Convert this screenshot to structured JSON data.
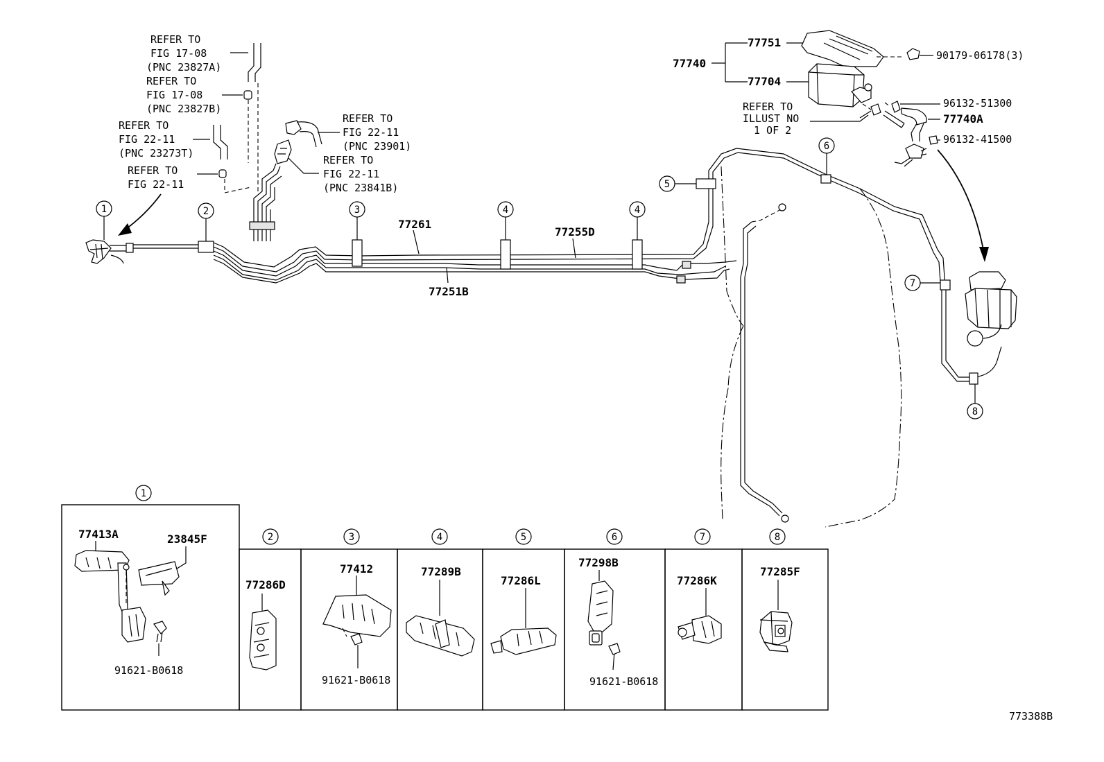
{
  "refs": {
    "r1": [
      "REFER TO",
      "FIG 17-08",
      "(PNC 23827A)"
    ],
    "r2": [
      "REFER TO",
      "FIG 17-08",
      "(PNC 23827B)"
    ],
    "r3": [
      "REFER TO",
      "FIG 22-11",
      "(PNC 23273T)"
    ],
    "r4": [
      "REFER TO",
      "FIG 22-11"
    ],
    "r5": [
      "REFER TO",
      "FIG 22-11",
      "(PNC 23901)"
    ],
    "r6": [
      "REFER TO",
      "FIG 22-11",
      "(PNC 23841B)"
    ],
    "r7": [
      "REFER TO",
      "ILLUST NO",
      "1 OF 2"
    ]
  },
  "parts": {
    "p77751": "77751",
    "p77740": "77740",
    "p77704": "77704",
    "p90179": "90179-06178(3)",
    "p96132a": "96132-51300",
    "p77740a": "77740A",
    "p96132b": "96132-41500",
    "p77261": "77261",
    "p77255d": "77255D",
    "p77251b": "77251B"
  },
  "callouts": [
    "1",
    "2",
    "3",
    "4",
    "5",
    "6",
    "7",
    "8"
  ],
  "boxes": [
    {
      "num": "1",
      "parts": [
        "77413A",
        "23845F",
        "91621-B0618"
      ]
    },
    {
      "num": "2",
      "parts": [
        "77286D"
      ]
    },
    {
      "num": "3",
      "parts": [
        "77412",
        "91621-B0618"
      ]
    },
    {
      "num": "4",
      "parts": [
        "77289B"
      ]
    },
    {
      "num": "5",
      "parts": [
        "77286L"
      ]
    },
    {
      "num": "6",
      "parts": [
        "77298B",
        "91621-B0618"
      ]
    },
    {
      "num": "7",
      "parts": [
        "77286K"
      ]
    },
    {
      "num": "8",
      "parts": [
        "77285F"
      ]
    }
  ],
  "drawing_number": "773388B"
}
